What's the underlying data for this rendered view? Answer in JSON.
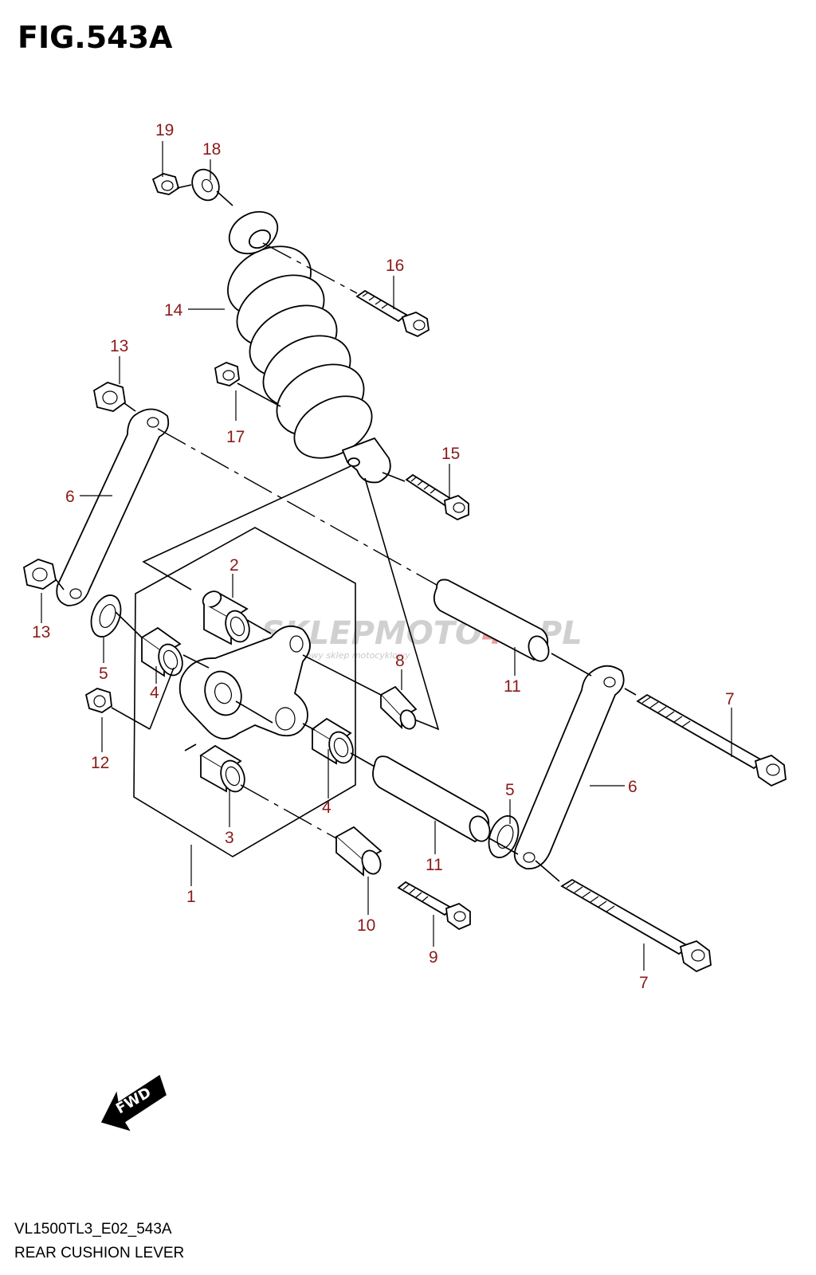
{
  "figure": {
    "title": "FIG.543A",
    "model_code": "VL1500TL3_E02_543A",
    "caption": "REAR CUSHION LEVER",
    "fwd_label": "FWD"
  },
  "watermark": {
    "brand_a": "SKLEPMOTO",
    "brand_b": "46",
    "brand_c": ".PL",
    "tagline": "internetowy sklep motocyklowy"
  },
  "colors": {
    "callout": "#8b1a1a",
    "line": "#000000",
    "watermark": "#c8c8c8",
    "watermark_accent": "#e8a0a0"
  },
  "callouts": {
    "c1": "1",
    "c2": "2",
    "c3": "3",
    "c4a": "4",
    "c4b": "4",
    "c5a": "5",
    "c5b": "5",
    "c6a": "6",
    "c6b": "6",
    "c7a": "7",
    "c7b": "7",
    "c8": "8",
    "c9": "9",
    "c10": "10",
    "c11a": "11",
    "c11b": "11",
    "c12": "12",
    "c13a": "13",
    "c13b": "13",
    "c14": "14",
    "c15": "15",
    "c16": "16",
    "c17": "17",
    "c18": "18",
    "c19": "19"
  }
}
